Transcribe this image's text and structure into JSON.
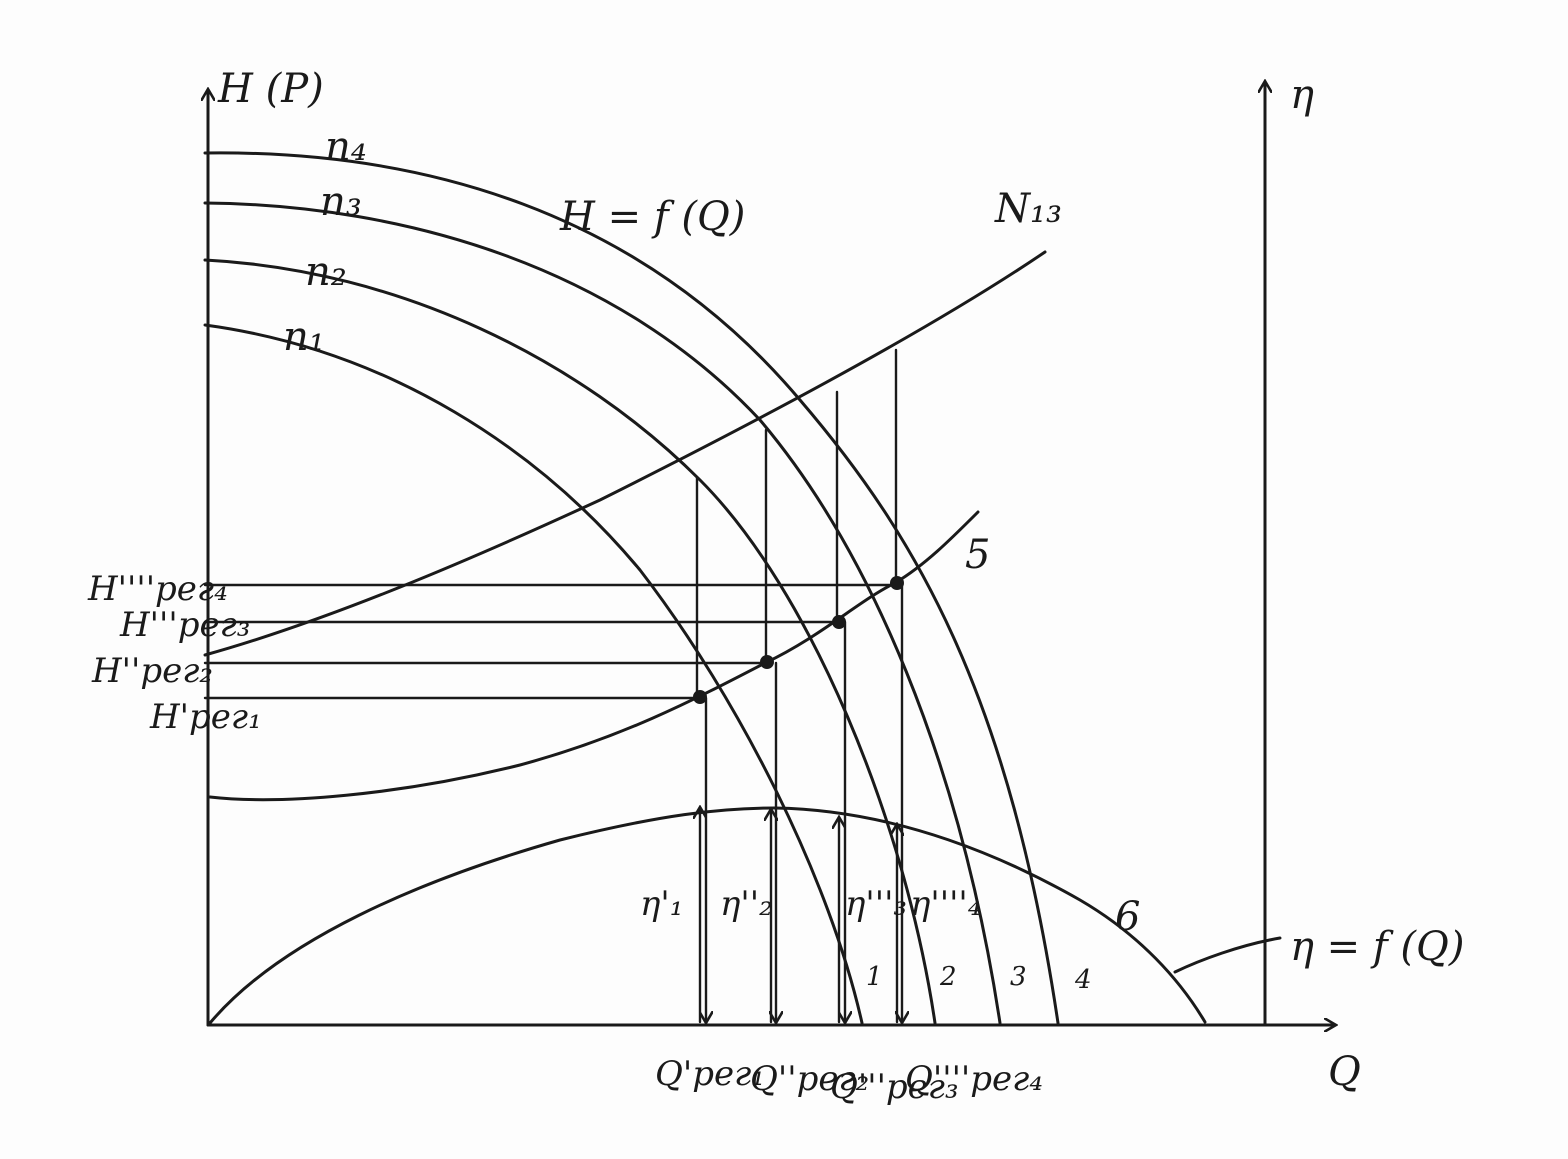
{
  "axes": {
    "y_left_label": "H (P)",
    "y_right_label": "η",
    "x_label": "Q"
  },
  "curves": {
    "n4": "n₄",
    "n3": "n₃",
    "n2": "n₂",
    "n1": "n₁",
    "family_label": "H = f (Q)",
    "network": "N₁₃",
    "curve5": "5",
    "curve6": "6",
    "efficiency_label": "η = f (Q)"
  },
  "head_levels": {
    "h4": "H''''рег₄",
    "h3": "H'''рег₃",
    "h2": "H''рег₂",
    "h1": "H'рег₁"
  },
  "flow_levels": {
    "q1": "Q'рег₁",
    "q2": "Q''рег₂",
    "q3": "Q'''рег₃",
    "q4": "Q''''рег₄"
  },
  "efficiency_points": {
    "e1": "η'₁",
    "e2": "η''₂",
    "e3": "η'''₃",
    "e4": "η''''₄"
  },
  "zones": [
    "1",
    "2",
    "3",
    "4"
  ]
}
